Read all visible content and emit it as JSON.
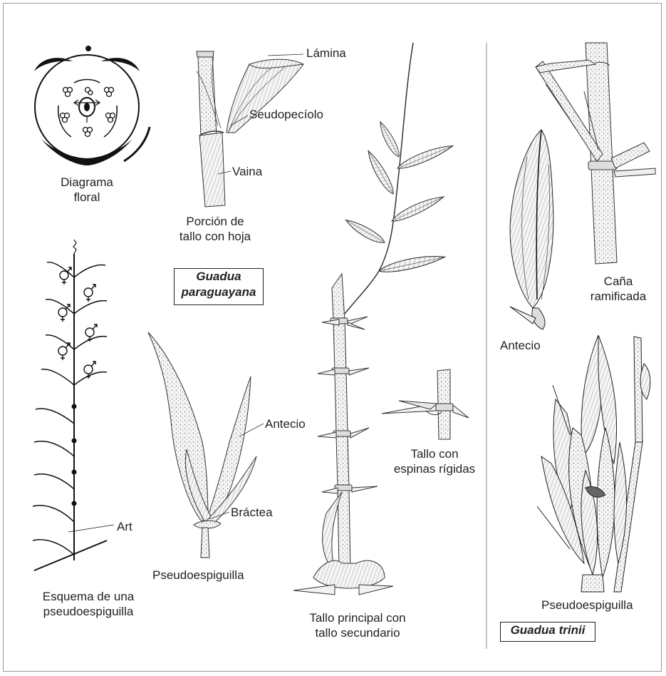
{
  "species": {
    "left": {
      "line1": "Guadua",
      "line2": "paraguayana"
    },
    "right": "Guadua trinii"
  },
  "labels": {
    "floral_diagram": {
      "line1": "Diagrama",
      "line2": "floral"
    },
    "lamina": "Lámina",
    "seudopeciolo": "Seudopecíolo",
    "vaina": "Vaina",
    "stem_leaf": {
      "line1": "Porción de",
      "line2": "tallo con hoja"
    },
    "scheme": {
      "line1": "Esquema de una",
      "line2": "pseudoespiguilla"
    },
    "art": "Art",
    "antecio_left": "Antecio",
    "bractea": "Bráctea",
    "pseudo_left": "Pseudoespiguilla",
    "spines": {
      "line1": "Tallo con",
      "line2": "espinas rígidas"
    },
    "main_stem": {
      "line1": "Tallo principal con",
      "line2": "tallo secundario"
    },
    "branched_cane": {
      "line1": "Caña",
      "line2": "ramificada"
    },
    "antecio_right": "Antecio",
    "pseudo_right": "Pseudoespiguilla"
  },
  "colors": {
    "ink": "#222222",
    "frame": "#9a9a9a",
    "shade": "#6f6f6f",
    "fill": "#ececec"
  }
}
